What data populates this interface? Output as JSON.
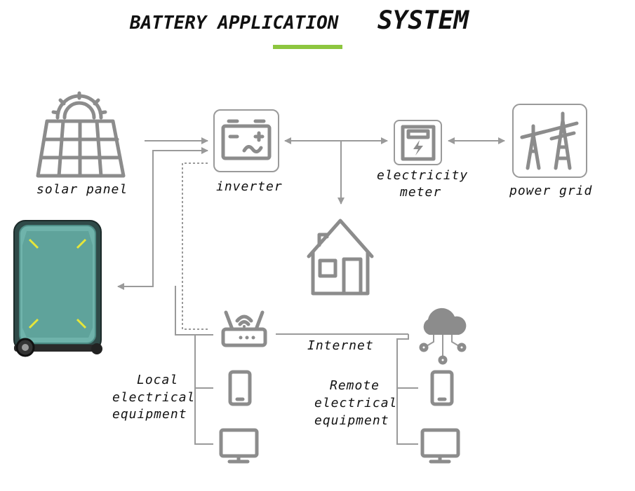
{
  "title": {
    "part1": "BATTERY APPLICATION",
    "part2": "SYSTEM"
  },
  "accent_color": "#8dc63f",
  "nodes": {
    "solar_panel": "solar panel",
    "inverter": "inverter",
    "electricity_meter_line1": "electricity",
    "electricity_meter_line2": "meter",
    "power_grid": "power grid",
    "internet": "Internet",
    "local_line1": "Local",
    "local_line2": "electrical",
    "local_line3": "equipment",
    "remote_line1": "Remote",
    "remote_line2": "electrical",
    "remote_line3": "equipment"
  },
  "icons": [
    "sun-icon",
    "solar-panel-icon",
    "battery-icon",
    "inverter-icon",
    "meter-icon",
    "power-tower-icon",
    "house-icon",
    "router-icon",
    "cloud-icon",
    "phone-icon",
    "monitor-icon",
    "battery-unit"
  ]
}
